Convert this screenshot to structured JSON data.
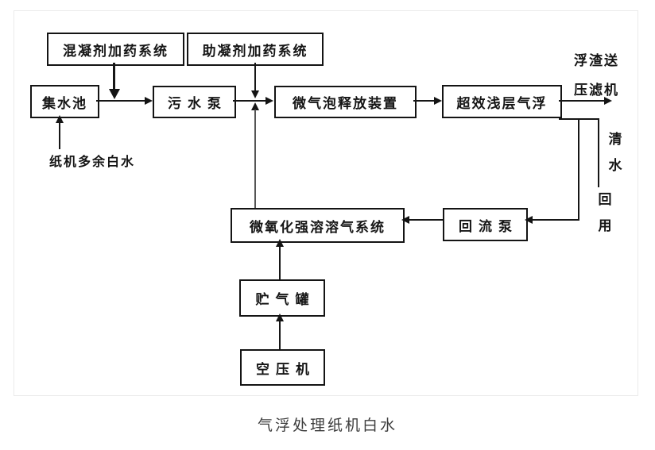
{
  "diagram": {
    "caption": "气浮处理纸机白水",
    "nodes": {
      "coagulant_system": "混凝剂加药系统",
      "coagulant_aid_system": "助凝剂加药系统",
      "collection_tank": "集水池",
      "sewage_pump": "污水泵",
      "bubble_release_device": "微气泡释放装置",
      "shallow_flotation": "超效浅层气浮",
      "dissolved_air_system": "微氧化强溶溶气系统",
      "return_pump": "回流泵",
      "gas_storage_tank": "贮气罐",
      "air_compressor": "空压机"
    },
    "labels": {
      "scum_line1": "浮渣送",
      "scum_line2": "压滤机",
      "excess_white_water": "纸机多余白水",
      "clear_water": "清水",
      "reuse": "回用"
    },
    "colors": {
      "line": "#161616",
      "box_border": "#141414",
      "frame_border": "#ebebeb",
      "caption_text": "#3d3d3d"
    }
  }
}
